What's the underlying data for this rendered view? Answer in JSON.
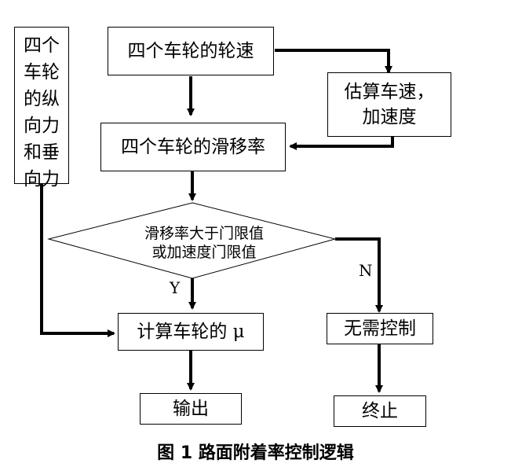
{
  "nodes": {
    "side": "四个\n车轮\n的纵\n向力\n和垂\n向力",
    "wheel_speed": "四个车轮的轮速",
    "estimate": "估算车速，\n加速度",
    "slip": "四个车轮的滑移率",
    "decision": "滑移率大于门限值\n或加速度门限值",
    "compute_mu": "计算车轮的 μ",
    "no_control": "无需控制",
    "output": "输出",
    "stop": "终止"
  },
  "labels": {
    "yes": "Y",
    "no": "N"
  },
  "caption": "图    1    路面附着率控制逻辑"
}
